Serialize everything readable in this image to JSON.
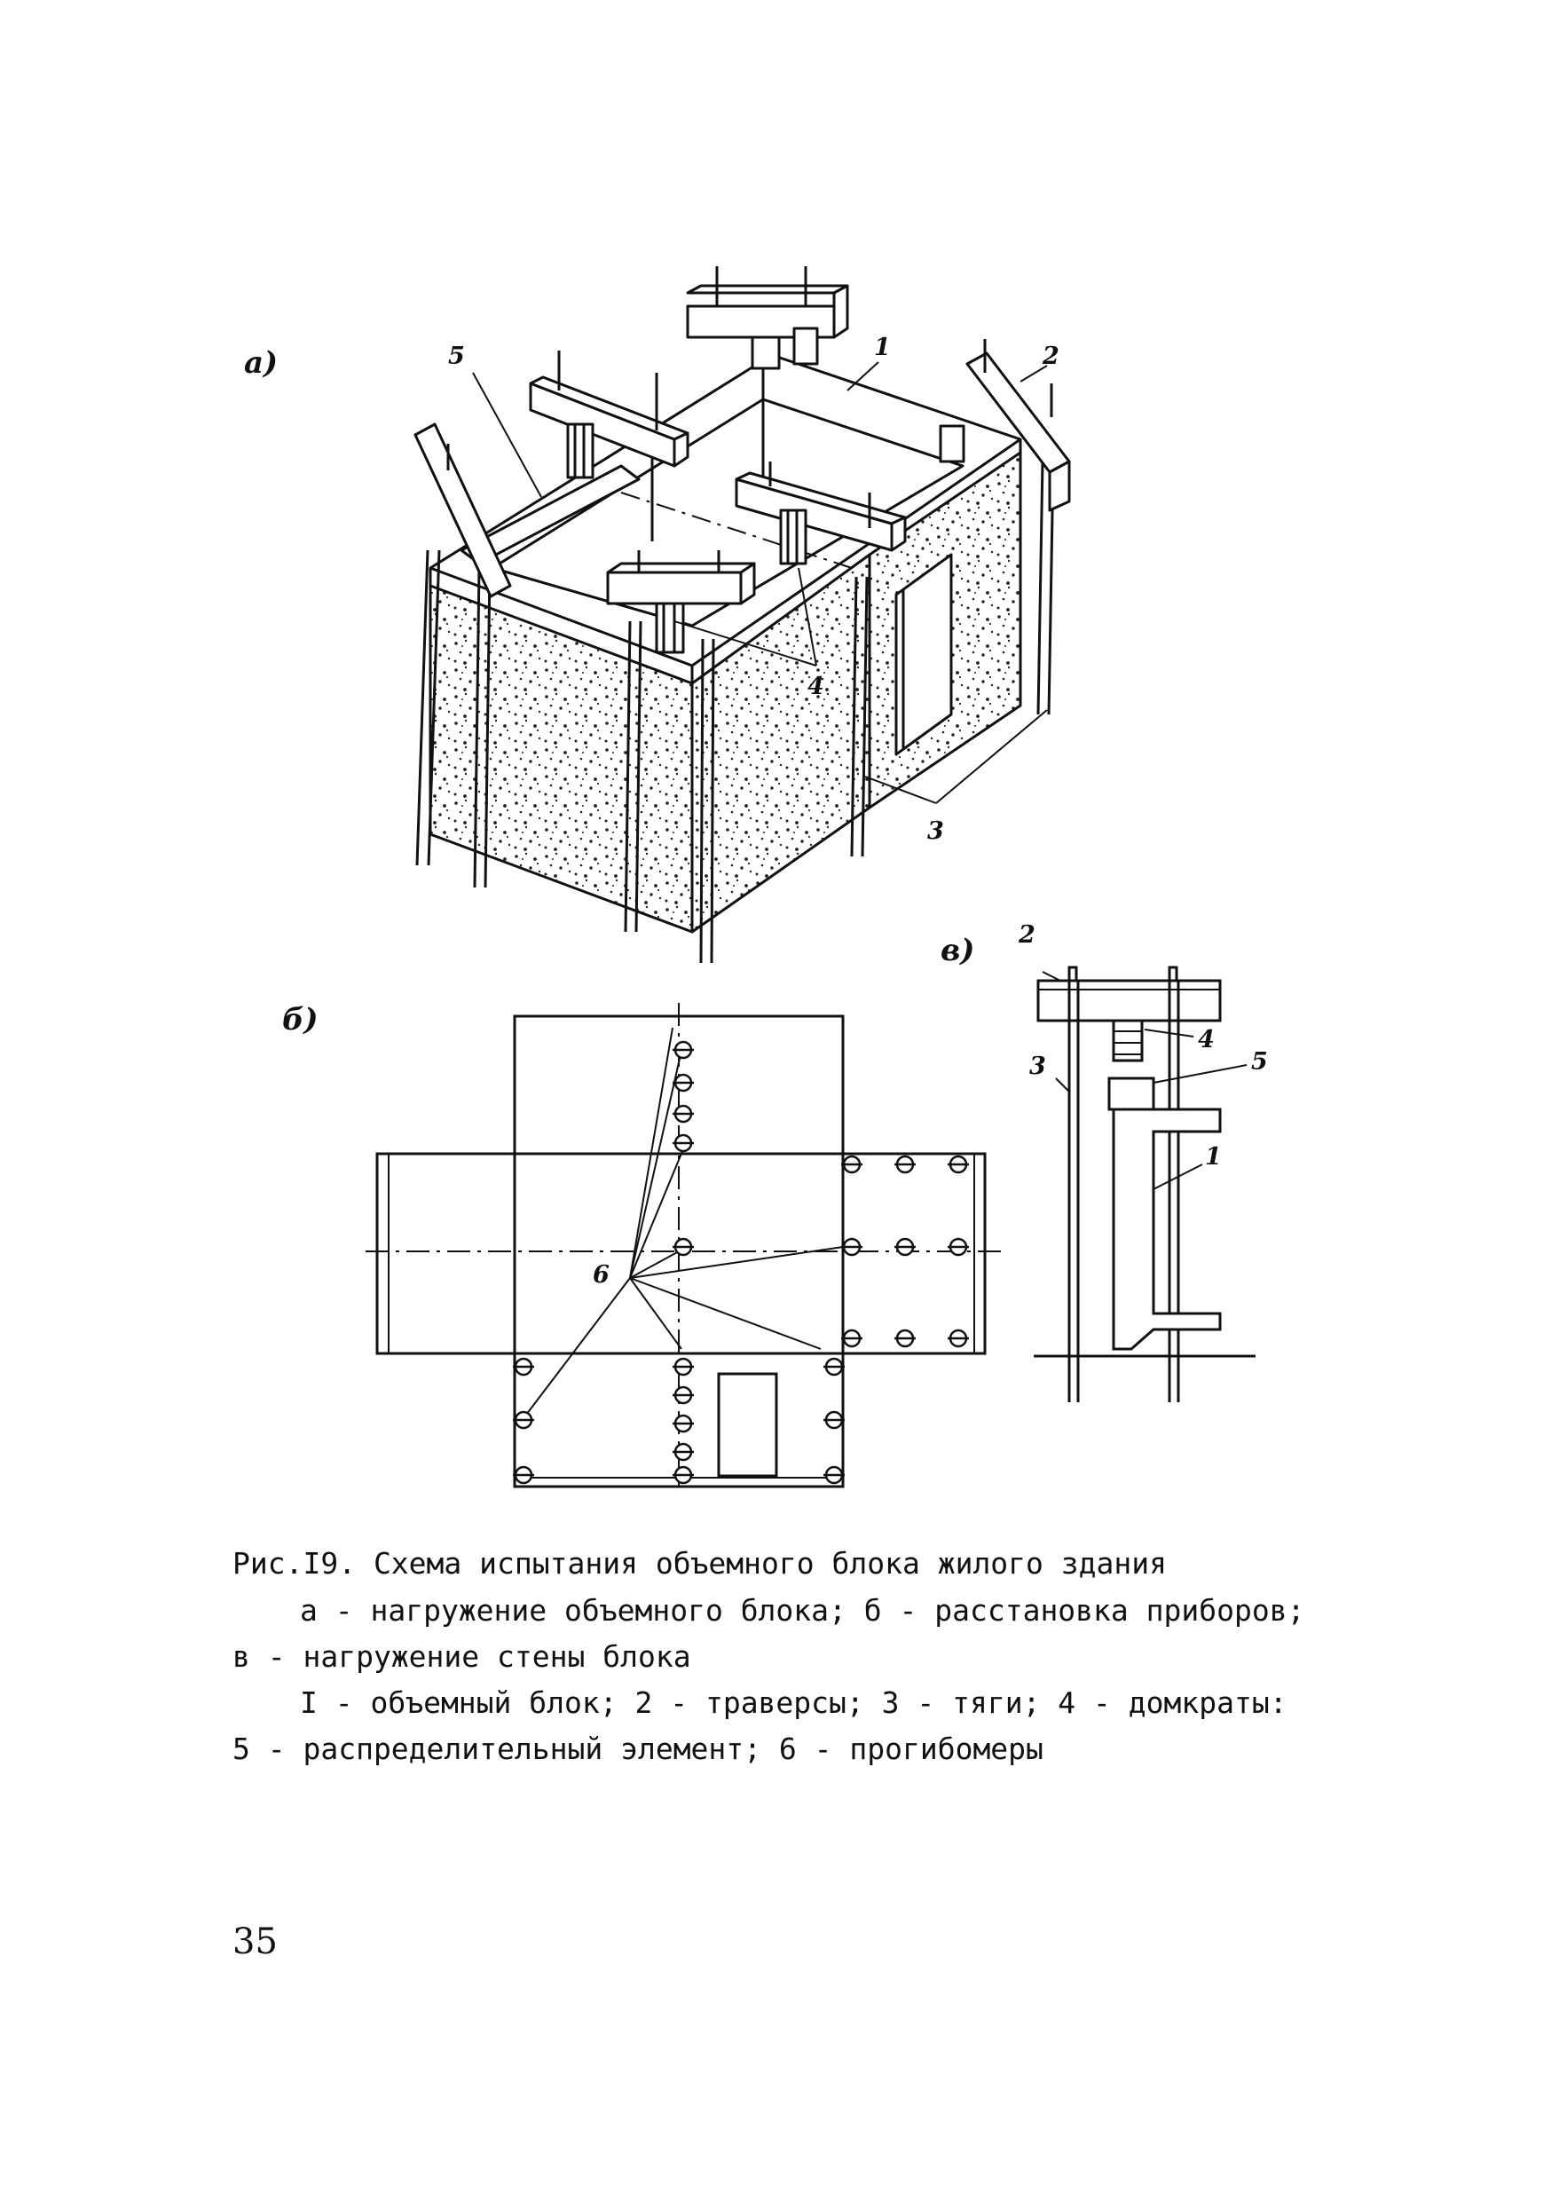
{
  "panels": {
    "a": "а)",
    "b": "б)",
    "v": "в)"
  },
  "labels": {
    "a": [
      "5",
      "1",
      "2",
      "4",
      "3"
    ],
    "b": [
      "6"
    ],
    "v": [
      "2",
      "4",
      "5",
      "3",
      "1"
    ]
  },
  "caption": {
    "title": "Рис.I9. Схема испытания объемного блока жилого здания",
    "line2": "а - нагружение объемного блока; б - расстановка приборов;",
    "line3": "в - нагружение стены блока",
    "line4": "I - объемный блок; 2 - траверсы; 3 - тяги; 4 - домкраты:",
    "line5": "5 - распределительный элемент; 6 - прогибомеры"
  },
  "page_number": "35"
}
